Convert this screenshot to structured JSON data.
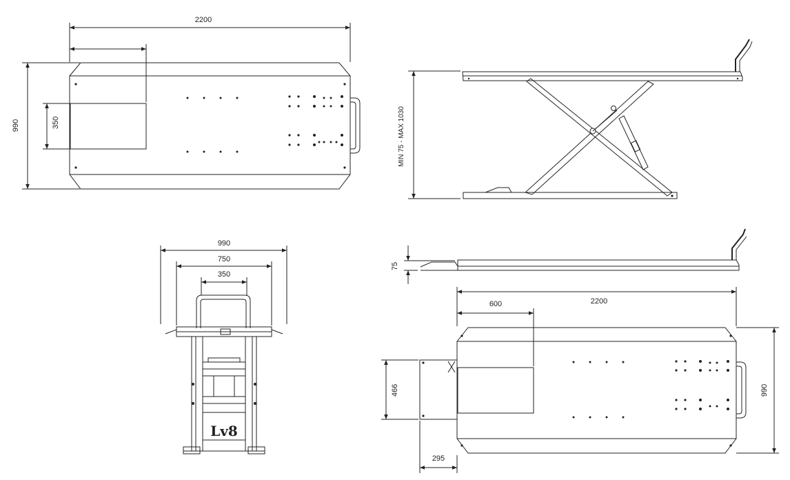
{
  "top_view": {
    "length": "2200",
    "width": "990",
    "plate": "350"
  },
  "side_view": {
    "height_range": "MIN 75 - MAX 1030"
  },
  "front_view": {
    "overall_width": "990",
    "inner_width": "750",
    "handle_width": "350",
    "logo": "Lv8"
  },
  "lowered_view": {
    "min_height": "75"
  },
  "bottom_view": {
    "length": "2200",
    "plate_offset": "600",
    "width": "990",
    "extension_width": "466",
    "extension_depth": "295"
  }
}
